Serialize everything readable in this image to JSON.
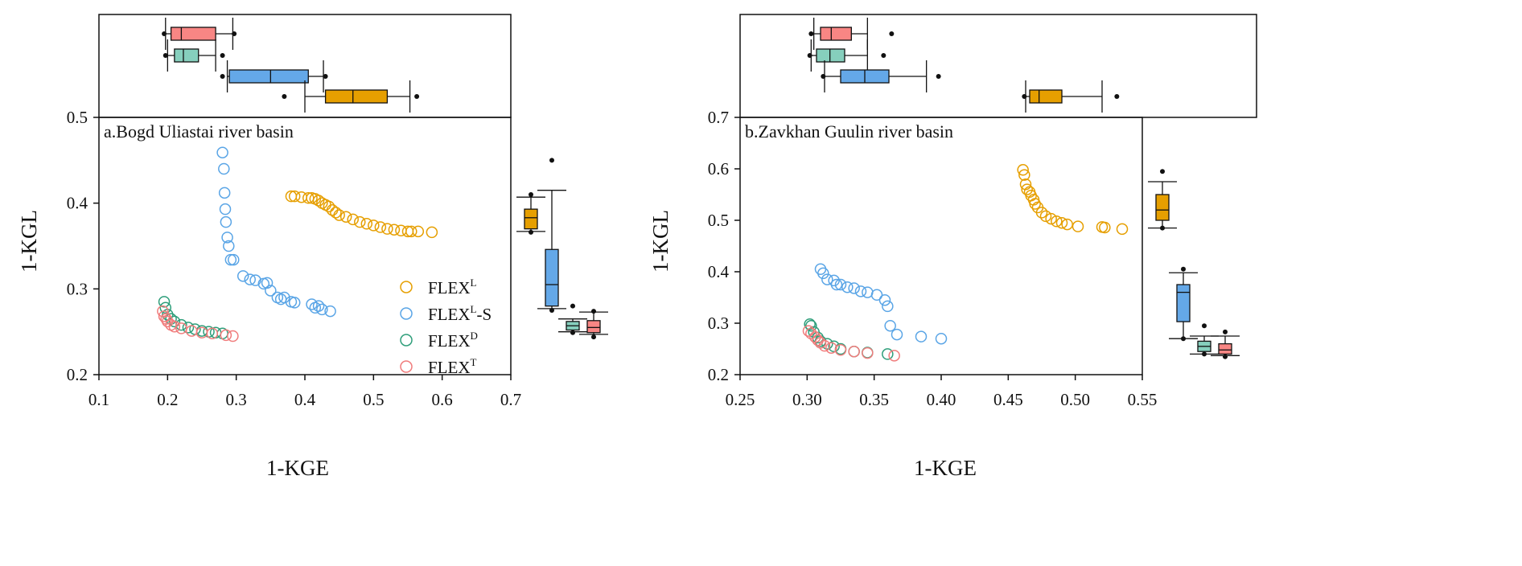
{
  "colors": {
    "FLEXL": "#E69F00",
    "FLEXLS": "#5AA5E6",
    "FLEXD": "#2E9E7A",
    "FLEXT": "#F07C7C",
    "box_FLEXL": "#E69F00",
    "box_FLEXLS": "#64A8E8",
    "box_FLEXD": "#86CFBD",
    "box_FLEXT": "#F88684"
  },
  "legend": [
    {
      "key": "FLEXL",
      "base": "FLEX",
      "sup": "L",
      "suffix": ""
    },
    {
      "key": "FLEXLS",
      "base": "FLEX",
      "sup": "L",
      "suffix": "-S"
    },
    {
      "key": "FLEXD",
      "base": "FLEX",
      "sup": "D",
      "suffix": ""
    },
    {
      "key": "FLEXT",
      "base": "FLEX",
      "sup": "T",
      "suffix": ""
    }
  ],
  "chart_data": [
    {
      "type": "scatter",
      "title": "a.Bogd Uliastai river basin",
      "xlabel": "1-KGE",
      "ylabel": "1-KGL",
      "xlim": [
        0.1,
        0.7
      ],
      "ylim": [
        0.2,
        0.5
      ],
      "xticks": [
        "0.1",
        "0.2",
        "0.3",
        "0.4",
        "0.5",
        "0.6",
        "0.7"
      ],
      "yticks": [
        "0.2",
        "0.3",
        "0.4",
        "0.5"
      ],
      "legend_position": "lower-right",
      "series": [
        {
          "key": "FLEXL",
          "x": [
            0.38,
            0.385,
            0.395,
            0.405,
            0.41,
            0.415,
            0.42,
            0.425,
            0.43,
            0.435,
            0.44,
            0.445,
            0.45,
            0.46,
            0.47,
            0.48,
            0.49,
            0.5,
            0.51,
            0.52,
            0.53,
            0.54,
            0.55,
            0.555,
            0.565,
            0.585
          ],
          "y": [
            0.408,
            0.408,
            0.407,
            0.406,
            0.406,
            0.405,
            0.403,
            0.4,
            0.398,
            0.396,
            0.392,
            0.389,
            0.386,
            0.384,
            0.381,
            0.378,
            0.376,
            0.374,
            0.372,
            0.37,
            0.369,
            0.368,
            0.367,
            0.367,
            0.367,
            0.366
          ]
        },
        {
          "key": "FLEXLS",
          "x": [
            0.28,
            0.282,
            0.283,
            0.284,
            0.285,
            0.287,
            0.289,
            0.292,
            0.296,
            0.31,
            0.32,
            0.328,
            0.34,
            0.345,
            0.35,
            0.36,
            0.365,
            0.37,
            0.38,
            0.385,
            0.41,
            0.415,
            0.42,
            0.425,
            0.437
          ],
          "y": [
            0.459,
            0.44,
            0.412,
            0.393,
            0.378,
            0.36,
            0.35,
            0.334,
            0.334,
            0.315,
            0.311,
            0.31,
            0.306,
            0.307,
            0.298,
            0.29,
            0.288,
            0.29,
            0.285,
            0.284,
            0.282,
            0.278,
            0.28,
            0.276,
            0.274
          ]
        },
        {
          "key": "FLEXD",
          "x": [
            0.195,
            0.197,
            0.2,
            0.205,
            0.21,
            0.22,
            0.23,
            0.24,
            0.25,
            0.26,
            0.27,
            0.28
          ],
          "y": [
            0.285,
            0.278,
            0.27,
            0.265,
            0.262,
            0.258,
            0.255,
            0.253,
            0.251,
            0.25,
            0.249,
            0.248
          ]
        },
        {
          "key": "FLEXT",
          "x": [
            0.193,
            0.195,
            0.198,
            0.2,
            0.205,
            0.21,
            0.22,
            0.235,
            0.25,
            0.265,
            0.285,
            0.295
          ],
          "y": [
            0.274,
            0.268,
            0.265,
            0.262,
            0.258,
            0.256,
            0.254,
            0.251,
            0.249,
            0.248,
            0.246,
            0.245
          ]
        }
      ],
      "top_boxplots": [
        {
          "key": "FLEXT",
          "whisker": [
            0.197,
            0.295
          ],
          "box": [
            0.205,
            0.27
          ],
          "median": 0.22,
          "outliers": [
            0.195,
            0.297
          ]
        },
        {
          "key": "FLEXD",
          "whisker": [
            0.2,
            0.27
          ],
          "box": [
            0.21,
            0.245
          ],
          "median": 0.223,
          "outliers": [
            0.197,
            0.28
          ]
        },
        {
          "key": "FLEXLS",
          "whisker": [
            0.287,
            0.427
          ],
          "box": [
            0.29,
            0.405
          ],
          "median": 0.35,
          "outliers": [
            0.28,
            0.43
          ]
        },
        {
          "key": "FLEXL",
          "whisker": [
            0.4,
            0.553
          ],
          "box": [
            0.43,
            0.52
          ],
          "median": 0.47,
          "outliers": [
            0.37,
            0.563
          ]
        }
      ],
      "side_boxplots": [
        {
          "key": "FLEXL",
          "whisker": [
            0.367,
            0.407
          ],
          "box": [
            0.37,
            0.393
          ],
          "median": 0.383,
          "outliers": [
            0.366,
            0.41
          ]
        },
        {
          "key": "FLEXLS",
          "whisker": [
            0.277,
            0.415
          ],
          "box": [
            0.28,
            0.346
          ],
          "median": 0.305,
          "outliers": [
            0.275,
            0.45
          ]
        },
        {
          "key": "FLEXD",
          "whisker": [
            0.25,
            0.265
          ],
          "box": [
            0.252,
            0.262
          ],
          "median": 0.257,
          "outliers": [
            0.249,
            0.28
          ]
        },
        {
          "key": "FLEXT",
          "whisker": [
            0.247,
            0.273
          ],
          "box": [
            0.249,
            0.263
          ],
          "median": 0.255,
          "outliers": [
            0.244,
            0.274
          ]
        }
      ]
    },
    {
      "type": "scatter",
      "title": "b.Zavkhan Guulin river basin",
      "xlabel": "1-KGE",
      "ylabel": "1-KGL",
      "xlim": [
        0.25,
        0.55
      ],
      "ylim": [
        0.2,
        0.7
      ],
      "xticks": [
        "0.25",
        "0.30",
        "0.35",
        "0.40",
        "0.45",
        "0.50",
        "0.55"
      ],
      "yticks": [
        "0.2",
        "0.3",
        "0.4",
        "0.5",
        "0.6",
        "0.7"
      ],
      "series": [
        {
          "key": "FLEXL",
          "x": [
            0.461,
            0.462,
            0.463,
            0.464,
            0.466,
            0.467,
            0.469,
            0.47,
            0.472,
            0.475,
            0.478,
            0.482,
            0.486,
            0.49,
            0.494,
            0.502,
            0.52,
            0.522,
            0.535
          ],
          "y": [
            0.598,
            0.588,
            0.57,
            0.56,
            0.555,
            0.548,
            0.54,
            0.532,
            0.525,
            0.515,
            0.508,
            0.503,
            0.498,
            0.495,
            0.492,
            0.488,
            0.487,
            0.486,
            0.483
          ]
        },
        {
          "key": "FLEXLS",
          "x": [
            0.31,
            0.312,
            0.315,
            0.32,
            0.322,
            0.325,
            0.33,
            0.335,
            0.34,
            0.345,
            0.352,
            0.358,
            0.36,
            0.362,
            0.367,
            0.385,
            0.4
          ],
          "y": [
            0.405,
            0.397,
            0.385,
            0.383,
            0.375,
            0.375,
            0.37,
            0.368,
            0.362,
            0.36,
            0.355,
            0.345,
            0.333,
            0.295,
            0.278,
            0.274,
            0.27
          ]
        },
        {
          "key": "FLEXD",
          "x": [
            0.302,
            0.303,
            0.305,
            0.308,
            0.31,
            0.315,
            0.32,
            0.325,
            0.335,
            0.345,
            0.36
          ],
          "y": [
            0.298,
            0.295,
            0.283,
            0.272,
            0.265,
            0.26,
            0.255,
            0.25,
            0.245,
            0.243,
            0.24
          ]
        },
        {
          "key": "FLEXT",
          "x": [
            0.301,
            0.303,
            0.306,
            0.308,
            0.31,
            0.313,
            0.318,
            0.325,
            0.335,
            0.345,
            0.365
          ],
          "y": [
            0.285,
            0.28,
            0.273,
            0.267,
            0.262,
            0.256,
            0.252,
            0.248,
            0.245,
            0.242,
            0.237
          ]
        }
      ],
      "top_boxplots": [
        {
          "key": "FLEXT",
          "whisker": [
            0.305,
            0.345
          ],
          "box": [
            0.31,
            0.333
          ],
          "median": 0.318,
          "outliers": [
            0.303,
            0.363
          ]
        },
        {
          "key": "FLEXD",
          "whisker": [
            0.303,
            0.345
          ],
          "box": [
            0.307,
            0.328
          ],
          "median": 0.317,
          "outliers": [
            0.302,
            0.357
          ]
        },
        {
          "key": "FLEXLS",
          "whisker": [
            0.313,
            0.389
          ],
          "box": [
            0.325,
            0.361
          ],
          "median": 0.343,
          "outliers": [
            0.312,
            0.398
          ]
        },
        {
          "key": "FLEXL",
          "whisker": [
            0.463,
            0.52
          ],
          "box": [
            0.466,
            0.49
          ],
          "median": 0.473,
          "outliers": [
            0.462,
            0.531
          ]
        }
      ],
      "side_boxplots": [
        {
          "key": "FLEXL",
          "whisker": [
            0.485,
            0.575
          ],
          "box": [
            0.5,
            0.55
          ],
          "median": 0.52,
          "outliers": [
            0.485,
            0.595
          ]
        },
        {
          "key": "FLEXLS",
          "whisker": [
            0.27,
            0.398
          ],
          "box": [
            0.303,
            0.375
          ],
          "median": 0.36,
          "outliers": [
            0.27,
            0.405
          ]
        },
        {
          "key": "FLEXD",
          "whisker": [
            0.24,
            0.275
          ],
          "box": [
            0.245,
            0.265
          ],
          "median": 0.255,
          "outliers": [
            0.24,
            0.295
          ]
        },
        {
          "key": "FLEXT",
          "whisker": [
            0.237,
            0.275
          ],
          "box": [
            0.24,
            0.26
          ],
          "median": 0.248,
          "outliers": [
            0.235,
            0.283
          ]
        }
      ]
    }
  ]
}
